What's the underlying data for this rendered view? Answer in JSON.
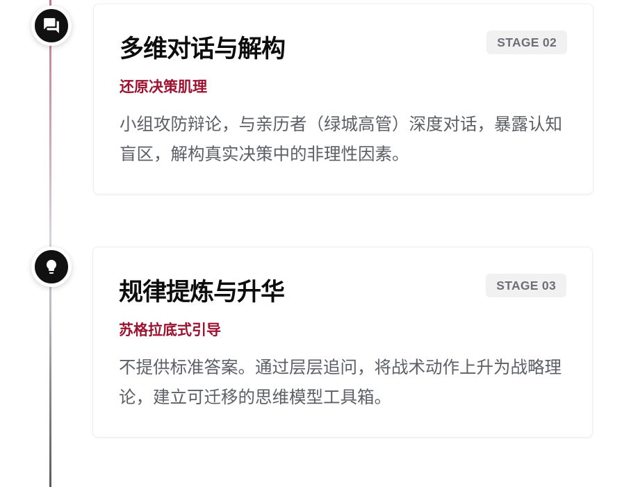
{
  "timeline": {
    "stages": [
      {
        "title": "多维对话与解构",
        "badge": "STAGE 02",
        "subtitle": "还原决策肌理",
        "description": "小组攻防辩论，与亲历者（绿城高管）深度对话，暴露认知盲区，解构真实决策中的非理性因素。",
        "icon": "forum-chat-icon"
      },
      {
        "title": "规律提炼与升华",
        "badge": "STAGE 03",
        "subtitle": "苏格拉底式引导",
        "description": "不提供标准答案。通过层层追问，将战术动作上升为战略理论，建立可迁移的思维模型工具箱。",
        "icon": "lightbulb-icon"
      }
    ]
  },
  "colors": {
    "accent": "#9c1230",
    "node": "#111111",
    "badge_bg": "#f1f1f2",
    "badge_text": "#6e6e77",
    "body_text": "#5d5f66"
  }
}
